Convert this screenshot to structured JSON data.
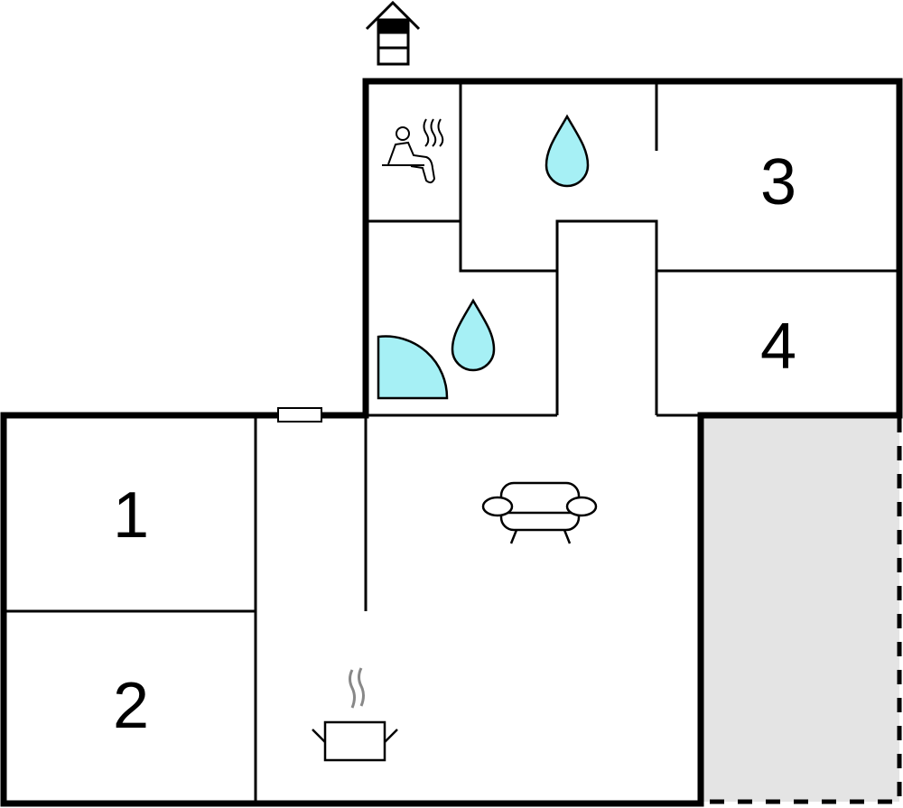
{
  "rooms": {
    "bedroom_1": "1",
    "bedroom_2": "2",
    "bedroom_3": "3",
    "bedroom_4": "4"
  },
  "icons": [
    "entrance-icon",
    "sauna-icon",
    "water-drop-icon",
    "shower-icon",
    "sofa-icon",
    "cooking-pot-icon"
  ],
  "colors": {
    "water": "#a6f0f5",
    "terrace": "#e4e4e4",
    "wall": "#000000"
  }
}
